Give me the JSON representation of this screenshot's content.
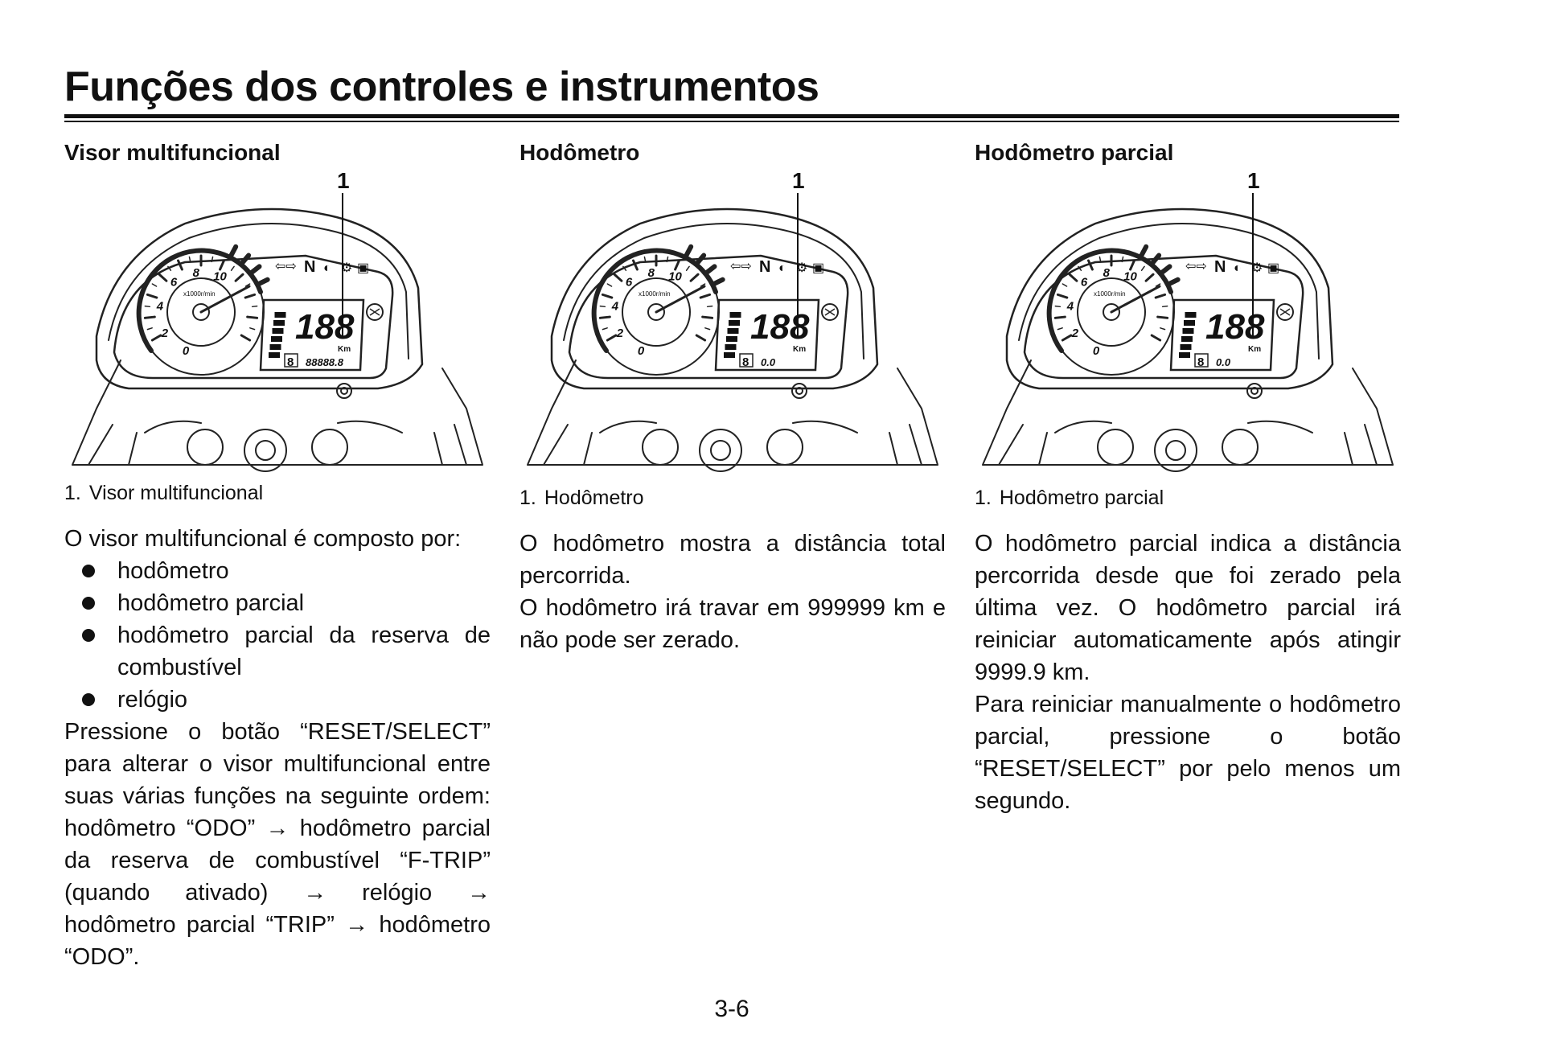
{
  "page": {
    "title": "Funções dos controles e instrumentos",
    "page_number": "3-6"
  },
  "columns": [
    {
      "heading": "Visor multifuncional",
      "callout": "1",
      "caption_number": "1.",
      "caption_text": "Visor multifuncional",
      "figure": {
        "tacho_numbers": [
          "0",
          "2",
          "4",
          "6",
          "8",
          "10"
        ],
        "tacho_unit": "x1000r/min",
        "lcd_main": "188",
        "lcd_unit": "Km",
        "lcd_gear": "8",
        "lcd_bottom": "88888.8"
      },
      "intro": "O visor multifuncional é composto por:",
      "bullets": [
        "hodômetro",
        "hodômetro parcial",
        "hodômetro parcial da reserva de combustível",
        "relógio"
      ],
      "paragraph": "Pressione o botão “RESET/SELECT” para alterar o visor multifuncional entre suas várias funções na seguinte ordem: hodômetro “ODO” → hodômetro parcial da reserva de combustível “F-TRIP” (quando ativado) → relógio → hodômetro parcial “TRIP” → hodômetro “ODO”."
    },
    {
      "heading": "Hodômetro",
      "callout": "1",
      "caption_number": "1.",
      "caption_text": "Hodômetro",
      "figure": {
        "tacho_numbers": [
          "0",
          "2",
          "4",
          "6",
          "8",
          "10"
        ],
        "tacho_unit": "x1000r/min",
        "lcd_main": "188",
        "lcd_unit": "Km",
        "lcd_gear": "8",
        "lcd_bottom": "0.0"
      },
      "paragraphs": [
        "O hodômetro mostra a distância total percorrida.",
        "O hodômetro irá travar em 999999 km e não pode ser zerado."
      ]
    },
    {
      "heading": "Hodômetro parcial",
      "callout": "1",
      "caption_number": "1.",
      "caption_text": "Hodômetro parcial",
      "figure": {
        "tacho_numbers": [
          "0",
          "2",
          "4",
          "6",
          "8",
          "10"
        ],
        "tacho_unit": "x1000r/min",
        "lcd_main": "188",
        "lcd_unit": "Km",
        "lcd_gear": "8",
        "lcd_bottom": "0.0"
      },
      "paragraphs": [
        "O hodômetro parcial indica a distância percorrida desde que foi zerado pela última vez. O hodômetro parcial irá reiniciar automaticamente após atingir 9999.9 km.",
        "Para reiniciar manualmente o hodômetro parcial, pressione o botão “RESET/SELECT” por pelo menos um segundo."
      ]
    }
  ]
}
